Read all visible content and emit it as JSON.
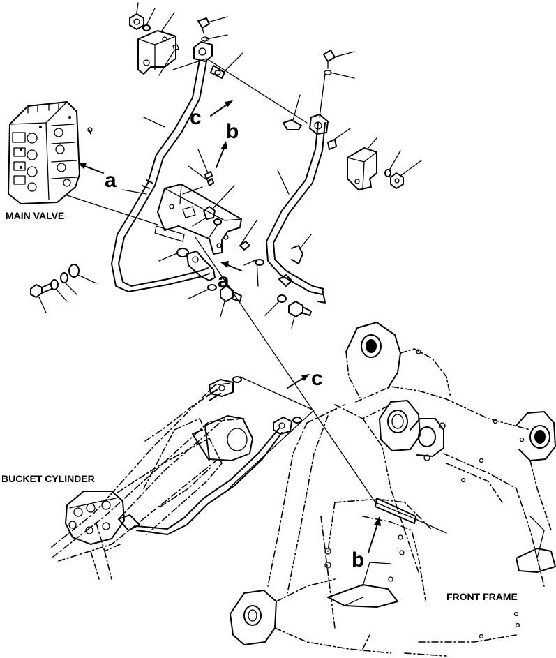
{
  "labels": {
    "main_valve": "MAIN VALVE",
    "bucket_cylinder": "BUCKET CYLINDER",
    "front_frame": "FRONT FRAME"
  },
  "references": {
    "a_left": "a",
    "a_center": "a",
    "b_top": "b",
    "b_bottom": "b",
    "c_top": "c",
    "c_right": "c"
  }
}
